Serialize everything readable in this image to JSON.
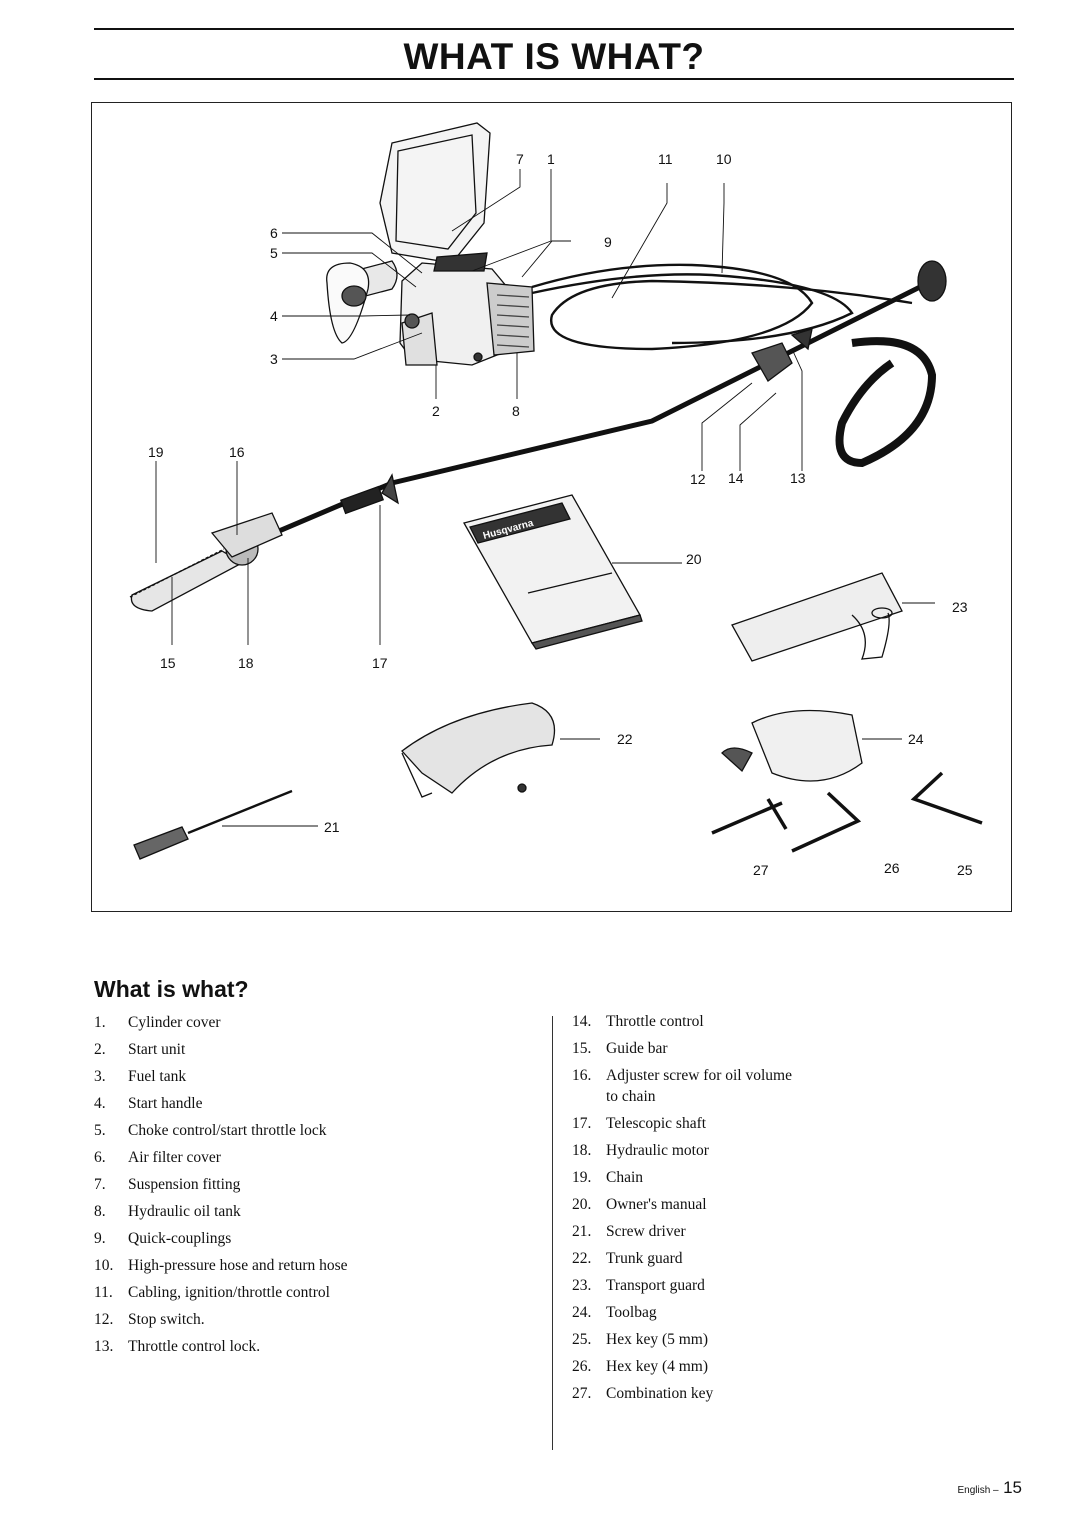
{
  "header": {
    "title": "WHAT IS WHAT?"
  },
  "figure": {
    "callouts": [
      "7",
      "1",
      "11",
      "10",
      "6",
      "5",
      "9",
      "4",
      "3",
      "2",
      "8",
      "19",
      "16",
      "12",
      "14",
      "13",
      "20",
      "23",
      "15",
      "18",
      "17",
      "22",
      "24",
      "21",
      "27",
      "26",
      "25"
    ],
    "manual_logo_text": "Husqvarna"
  },
  "section": {
    "heading": "What is what?"
  },
  "parts_left": [
    {
      "num": "1.",
      "label": "Cylinder cover"
    },
    {
      "num": "2.",
      "label": "Start unit"
    },
    {
      "num": "3.",
      "label": "Fuel tank"
    },
    {
      "num": "4.",
      "label": "Start handle"
    },
    {
      "num": "5.",
      "label": "Choke control/start throttle lock"
    },
    {
      "num": "6.",
      "label": "Air filter cover"
    },
    {
      "num": "7.",
      "label": "Suspension fitting"
    },
    {
      "num": "8.",
      "label": "Hydraulic oil tank"
    },
    {
      "num": "9.",
      "label": "Quick-couplings"
    },
    {
      "num": "10.",
      "label": "High-pressure hose and return hose"
    },
    {
      "num": "11.",
      "label": "Cabling, ignition/throttle control"
    },
    {
      "num": "12.",
      "label": "Stop switch."
    },
    {
      "num": "13.",
      "label": "Throttle control lock."
    }
  ],
  "parts_right": [
    {
      "num": "14.",
      "label": "Throttle control"
    },
    {
      "num": "15.",
      "label": "Guide bar"
    },
    {
      "num": "16.",
      "label": "Adjuster screw for oil volume to chain"
    },
    {
      "num": "17.",
      "label": "Telescopic shaft"
    },
    {
      "num": "18.",
      "label": "Hydraulic motor"
    },
    {
      "num": "19.",
      "label": "Chain"
    },
    {
      "num": "20.",
      "label": "Owner's manual"
    },
    {
      "num": "21.",
      "label": "Screw driver"
    },
    {
      "num": "22.",
      "label": "Trunk guard"
    },
    {
      "num": "23.",
      "label": "Transport guard"
    },
    {
      "num": "24.",
      "label": "Toolbag"
    },
    {
      "num": "25.",
      "label": "Hex key (5 mm)"
    },
    {
      "num": "26.",
      "label": "Hex key (4 mm)"
    },
    {
      "num": "27.",
      "label": "Combination key"
    }
  ],
  "footer": {
    "language": "English –",
    "page_number": "15"
  }
}
